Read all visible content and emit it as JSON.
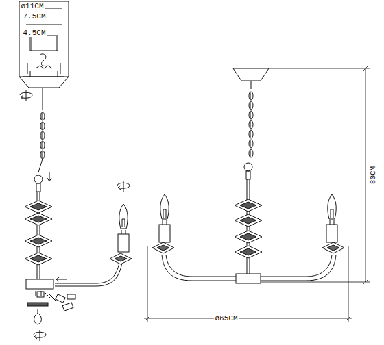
{
  "diagram": {
    "labels": [
      "ø11CM",
      "7.5CM",
      "4.5CM",
      "80CM",
      "ø65CM"
    ]
  }
}
